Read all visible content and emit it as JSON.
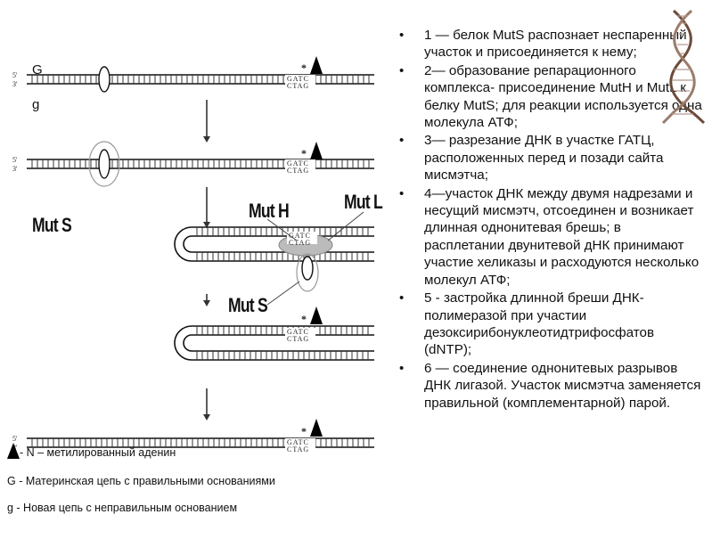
{
  "labels": {
    "strand_top": "G",
    "strand_bottom": "g",
    "mut_s_left": "Mut S",
    "mut_h": "Mut H",
    "mut_l": "Mut L",
    "mut_s_center": "Mut S",
    "star": "*",
    "prime5": "5'",
    "prime3": "3'",
    "seq_top": "GATC",
    "seq_bottom": "CTAG"
  },
  "legend": {
    "methyl": "- N – метилированный аденин",
    "parent": "G - Материнская цепь с правильными основаниями",
    "new": "g - Новая цепь с неправильным основанием"
  },
  "steps": [
    "1 — белок MutS распознает неспаренный участок и присоединяется к нему;",
    "2— образование репарационного комплекса- присоединение MutH и MutL к белку MutS; для реакции используется одна молекула АТФ;",
    "3— разрезание ДНК в участке ГАТЦ, расположенных перед и позади сайта мисмэтча;",
    "4—участок ДНК между двумя надрезами и несущий мисмэтч, отсоединен и возникает длинная однонитевая брешь;   в расплетании двунитевой дНК принимают участие хеликазы и расходуются несколько молекул АТФ;",
    "5 -   застройка длинной бреши ДНК-полимеразой при участии дезоксирибонуклеотидтрифосфатов (dNTP);",
    "6 — соединение однонитевых разрывов ДНК лигазой. Участок мисмэтча заменяется правильной (комплементарной) парой."
  ]
}
